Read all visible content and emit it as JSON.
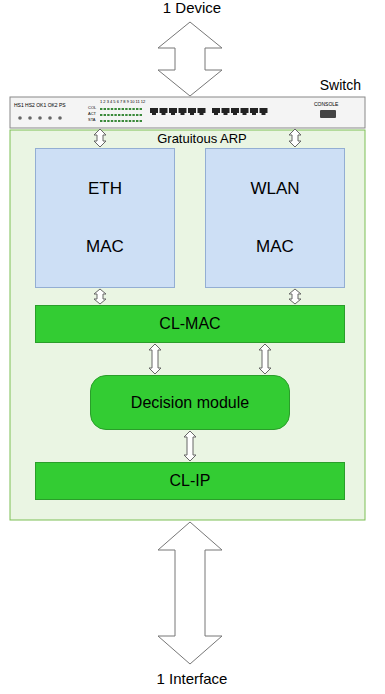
{
  "diagram": {
    "nodes": [
      {
        "text": [
          "Switch"
        ]
      },
      {
        "text": [
          "ETH",
          "MAC"
        ]
      },
      {
        "text": [
          "WLAN",
          "MAC"
        ]
      },
      {
        "text": [
          "CL-MAC"
        ]
      },
      {
        "text": [
          "Decision module"
        ]
      },
      {
        "text": [
          "CL-IP"
        ]
      }
    ],
    "edges": [
      {
        "from": 0,
        "to": 1,
        "arrow": "both"
      },
      {
        "from": 0,
        "to": 2,
        "arrow": "both"
      },
      {
        "from": 1,
        "to": 3,
        "arrow": "both"
      },
      {
        "from": 2,
        "to": 3,
        "arrow": "both"
      },
      {
        "from": 3,
        "to": 4,
        "arrow": "both"
      },
      {
        "from": 3,
        "to": 4,
        "arrow": "both"
      },
      {
        "from": 4,
        "to": 5,
        "arrow": "both"
      }
    ],
    "labels": [
      "1 Device",
      "Gratuitous ARP",
      "1 Interface",
      "HS1 HS2 OK1 OK2 PS",
      "COL",
      "ACT",
      "STA",
      "1 2 3 4 5 6 7 8 9 10 11 12",
      "CONSOLE"
    ]
  }
}
